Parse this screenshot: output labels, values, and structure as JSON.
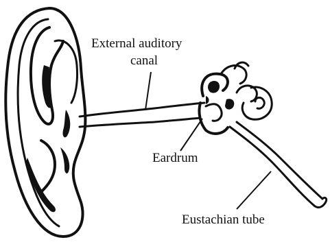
{
  "labels": {
    "canal_line1": "External auditory",
    "canal_line2": "canal",
    "eardrum": "Eardrum",
    "eustachian": "Eustachian tube"
  },
  "colors": {
    "ink": "#111111",
    "background": "#ffffff"
  }
}
